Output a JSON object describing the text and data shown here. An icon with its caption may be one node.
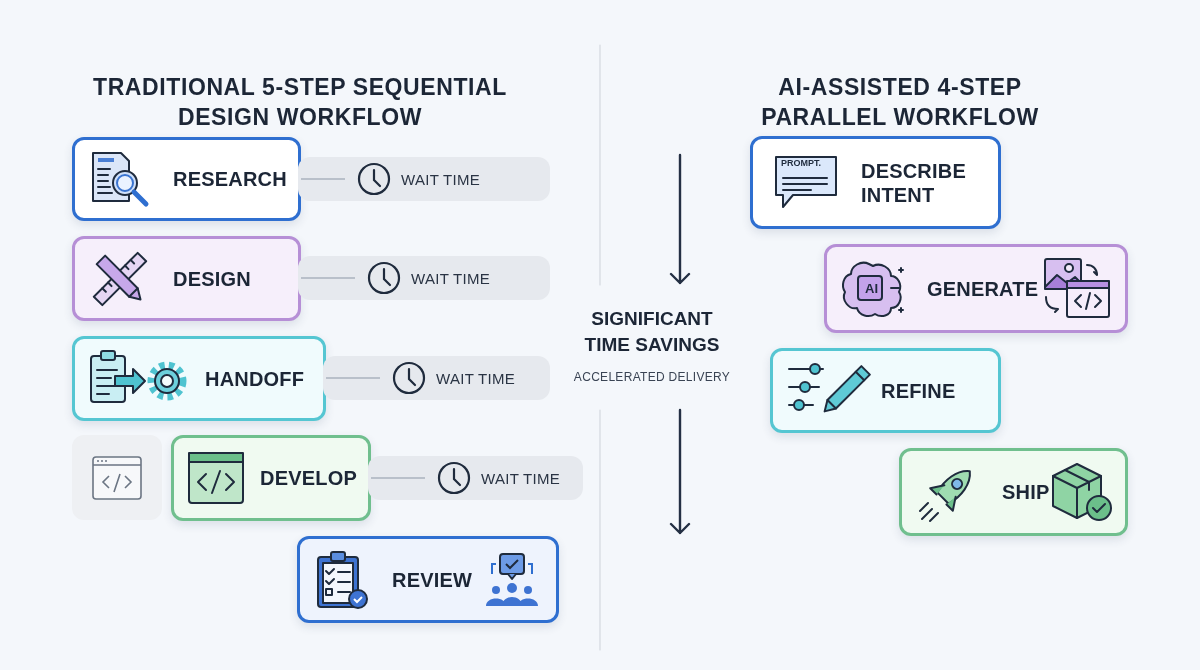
{
  "diagram": {
    "nodes": [
      {
        "text": [
          "RESEARCH"
        ]
      },
      {
        "text": [
          "WAIT TIME"
        ]
      },
      {
        "text": [
          "DESIGN"
        ]
      },
      {
        "text": [
          "WAIT TIME"
        ]
      },
      {
        "text": [
          "HANDOFF"
        ]
      },
      {
        "text": [
          "WAIT TIME"
        ]
      },
      {
        "text": [],
        "shape": "box"
      },
      {
        "text": [
          "DEVELOP"
        ]
      },
      {
        "text": [
          "WAIT TIME"
        ]
      },
      {
        "text": [
          "REVIEW"
        ]
      },
      {
        "text": [
          "PROMPT.",
          "DESCRIBE INTENT"
        ]
      },
      {
        "text": [
          "AI",
          "GENERATE"
        ]
      },
      {
        "text": [
          "REFINE"
        ]
      },
      {
        "text": [
          "SHIP"
        ]
      }
    ],
    "edges": [
      {
        "from": 0,
        "to": 1,
        "arrow": "none"
      },
      {
        "from": 2,
        "to": 3,
        "arrow": "none"
      },
      {
        "from": 4,
        "to": 5,
        "arrow": "none"
      },
      {
        "from": 7,
        "to": 8,
        "arrow": "none"
      }
    ],
    "labels": [
      "TRADITIONAL 5-STEP SEQUENTIAL DESIGN WORKFLOW",
      "AI-ASSISTED 4-STEP PARALLEL WORKFLOW",
      "SIGNIFICANT TIME SAVINGS",
      "ACCELERATED DELIVERY"
    ]
  }
}
